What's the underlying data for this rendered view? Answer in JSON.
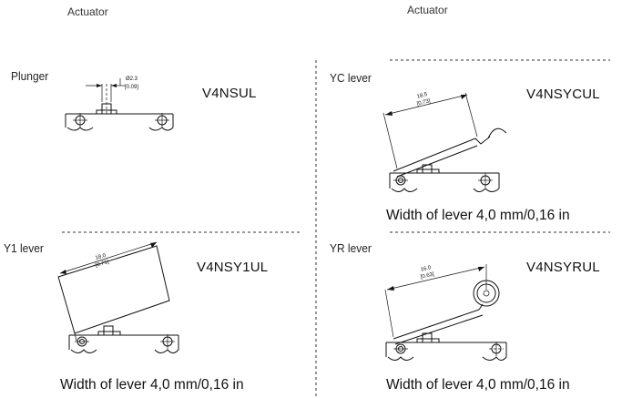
{
  "header": {
    "actuator_left": "Actuator",
    "actuator_right": "Actuator"
  },
  "panels": [
    {
      "category": "Plunger",
      "model": "V4NSUL",
      "dim_main": "Ø2.3",
      "dim_sub": "[0.09]",
      "note": ""
    },
    {
      "category": "YC lever",
      "model": "V4NSYCUL",
      "dim_main": "18.5",
      "dim_sub": "[0.73]",
      "note": "Width of lever 4,0 mm/0,16 in"
    },
    {
      "category": "Y1 lever",
      "model": "V4NSY1UL",
      "dim_main": "18.0",
      "dim_sub": "[0.71]",
      "note": "Width of lever 4,0 mm/0,16 in"
    },
    {
      "category": "YR lever",
      "model": "V4NSYRUL",
      "dim_main": "16.0",
      "dim_sub": "[0.63]",
      "note": "Width of lever 4,0 mm/0,16 in"
    }
  ]
}
